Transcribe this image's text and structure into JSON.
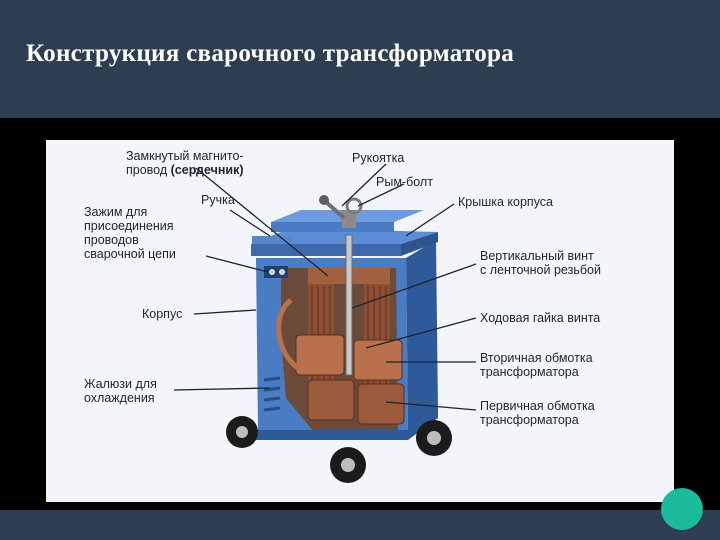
{
  "slide": {
    "title": "Конструкция сварочного трансформатора"
  },
  "diagram": {
    "labels": {
      "core_line1": "Замкнутый магнито-",
      "core_line2a": "провод ",
      "core_line2b": "(сердечник)",
      "grip": "Рукоятка",
      "eyebolt": "Рым-болт",
      "lid": "Крышка корпуса",
      "handle": "Ручка",
      "clamp_line1": "Зажим для",
      "clamp_line2": "присоединения",
      "clamp_line3": "проводов",
      "clamp_line4": "сварочной цепи",
      "screw_line1": "Вертикальный винт",
      "screw_line2": "с ленточной резьбой",
      "housing": "Корпус",
      "nut": "Ходовая гайка винта",
      "secondary_line1": "Вторичная обмотка",
      "secondary_line2": "трансформатора",
      "louvers_line1": "Жалюзи для",
      "louvers_line2": "охлаждения",
      "primary_line1": "Первичная обмотка",
      "primary_line2": "трансформатора"
    }
  },
  "colors": {
    "header": "#2c3e50",
    "accent": "#1abc9c",
    "housing_blue": "#3f6fb5",
    "winding_copper": "#9c5a3c"
  }
}
